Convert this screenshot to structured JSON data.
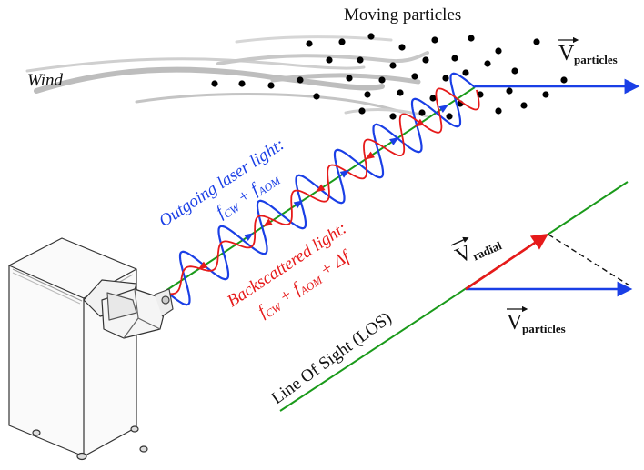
{
  "title": "Moving particles",
  "wind_label": "Wind",
  "outgoing": {
    "line1": "Outgoing laser light:",
    "line2": "f",
    "line2_sub1": "CW",
    "line2_mid": " + f",
    "line2_sub2": "AOM",
    "color": "#1a3fe6"
  },
  "backscattered": {
    "line1": "Backscattered light:",
    "line2": "f",
    "line2_sub1": "CW",
    "line2_mid": " + f",
    "line2_sub2": "AOM",
    "line2_end": " + Δf",
    "color": "#e61a1a"
  },
  "los_label": "Line Of Sight (LOS)",
  "v_particles_top": {
    "main": "V",
    "sub": "particles"
  },
  "v_radial": {
    "main": "V",
    "sub": "radial"
  },
  "v_particles_bottom": {
    "main": "V",
    "sub": "particles"
  },
  "colors": {
    "los": "#1a9a1a",
    "outgoing": "#1a3fe6",
    "backscattered": "#e61a1a",
    "radial": "#e61a1a",
    "particles_vector": "#1a3fe6",
    "dashed": "#111111",
    "particle": "#000000"
  }
}
